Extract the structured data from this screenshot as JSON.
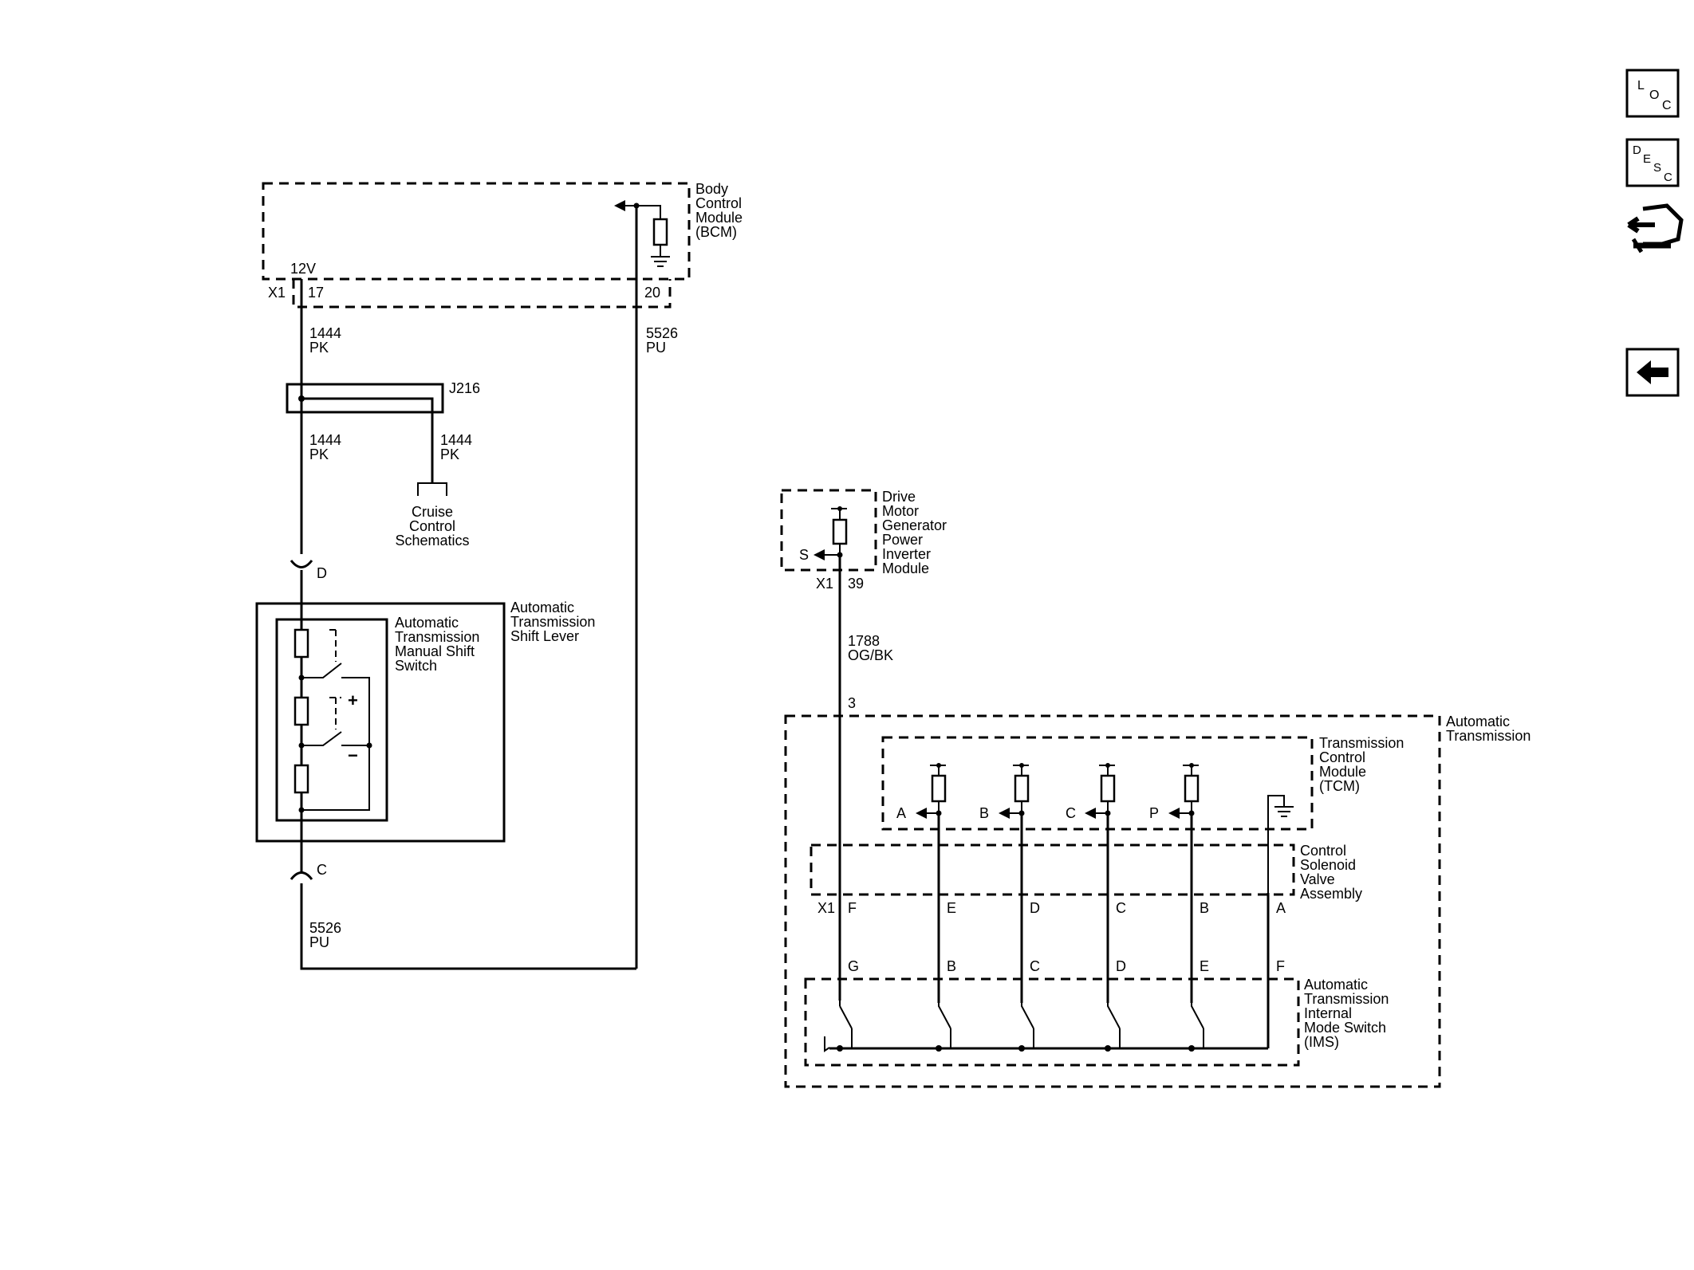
{
  "nav": {
    "loc": {
      "l1": "L",
      "l2": "O",
      "l3": "C"
    },
    "desc": {
      "l1": "D",
      "l2": "E",
      "l3": "S",
      "l4": "C"
    }
  },
  "bcm": {
    "name": [
      "Body",
      "Control",
      "Module",
      "(BCM)"
    ],
    "voltage": "12V",
    "connector": "X1",
    "pin_left": "17",
    "pin_right": "20"
  },
  "wire_1444_top": {
    "circuit": "1444",
    "color": "PK"
  },
  "wire_5526_right": {
    "circuit": "5526",
    "color": "PU"
  },
  "splice": {
    "name": "J216"
  },
  "wire_1444_mid": {
    "circuit": "1444",
    "color": "PK"
  },
  "wire_1444_branch": {
    "circuit": "1444",
    "color": "PK"
  },
  "cruise": {
    "label": [
      "Cruise",
      "Control",
      "Schematics"
    ]
  },
  "conn_d": "D",
  "conn_c": "C",
  "shift_lever": {
    "name": [
      "Automatic",
      "Transmission",
      "Shift Lever"
    ]
  },
  "manual_switch": {
    "name": [
      "Automatic",
      "Transmission",
      "Manual Shift",
      "Switch"
    ],
    "plus": "+",
    "minus": "−"
  },
  "wire_5526_bottom": {
    "circuit": "5526",
    "color": "PU"
  },
  "dmgpim": {
    "name": [
      "Drive",
      "Motor",
      "Generator",
      "Power",
      "Inverter",
      "Module"
    ],
    "signal": "S",
    "connector": "X1",
    "pin": "39"
  },
  "wire_1788": {
    "circuit": "1788",
    "color": "OG/BK"
  },
  "at_pin": "3",
  "auto_trans": {
    "name": [
      "Automatic",
      "Transmission"
    ]
  },
  "tcm": {
    "name": [
      "Transmission",
      "Control",
      "Module",
      "(TCM)"
    ],
    "signals": [
      "A",
      "B",
      "C",
      "P"
    ]
  },
  "solenoid": {
    "name": [
      "Control",
      "Solenoid",
      "Valve",
      "Assembly"
    ],
    "connector": "X1",
    "pins": [
      "F",
      "E",
      "D",
      "C",
      "B",
      "A"
    ]
  },
  "ims": {
    "name": [
      "Automatic",
      "Transmission",
      "Internal",
      "Mode Switch",
      "(IMS)"
    ],
    "pins": [
      "G",
      "B",
      "C",
      "D",
      "E",
      "F"
    ]
  }
}
